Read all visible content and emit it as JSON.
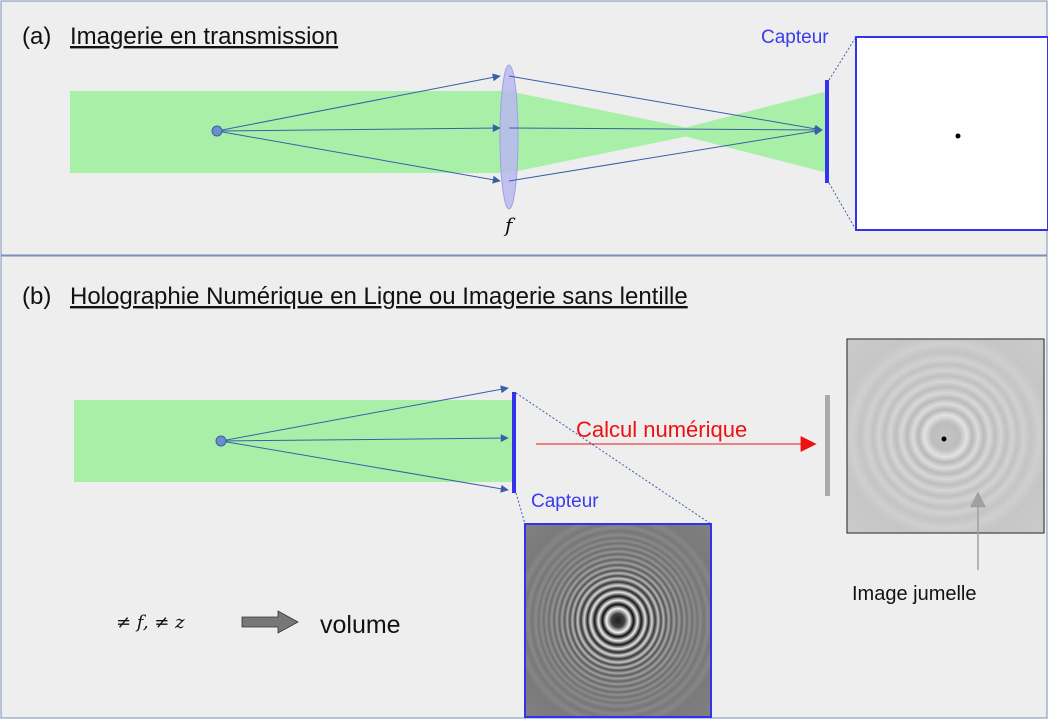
{
  "panel_a": {
    "letter": "(a)",
    "title": "Imagerie en transmission",
    "sensor_label": "Capteur",
    "lens_label": "f"
  },
  "panel_b": {
    "letter": "(b)",
    "title": "Holographie Numérique en Ligne ou Imagerie sans lentille",
    "sensor_label": "Capteur",
    "computation_label": "Calcul numérique",
    "twin_image_label": "Image jumelle",
    "formula": "≠ f, ≠ z",
    "volume_label": "volume"
  },
  "colors": {
    "background": "#eeeeee",
    "beam": "#a8f0a8",
    "ray": "#3a5fa8",
    "sensor": "#3333ee",
    "label_blue": "#3a3aee",
    "computation": "#ee1111",
    "lens": "#b8b8f0",
    "frame": "#7a8fb5"
  }
}
